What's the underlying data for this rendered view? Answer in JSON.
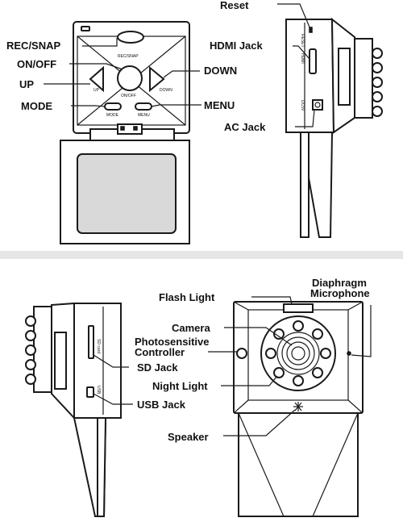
{
  "front_view": {
    "labels": {
      "rec_snap": "REC/SNAP",
      "on_off": "ON/OFF",
      "up": "UP",
      "down": "DOWN",
      "mode": "MODE",
      "menu": "MENU"
    },
    "button_text": {
      "rec_snap": "REC/SNAP",
      "on_off": "ON/OFF",
      "up": "UP",
      "down": "DOWN",
      "mode": "MODE",
      "menu": "MENU"
    }
  },
  "side_view_right": {
    "labels": {
      "reset": "Reset",
      "hdmi_jack": "HDMI Jack",
      "ac_jack": "AC Jack"
    },
    "body_text": {
      "reset": "RESET",
      "hdmi": "HDMI",
      "dc": "DC5V"
    }
  },
  "side_view_left": {
    "labels": {
      "sd_jack": "SD Jack",
      "usb_jack": "USB Jack"
    },
    "body_text": {
      "sd": "SD card",
      "usb": "USB"
    }
  },
  "rear_view": {
    "labels": {
      "flash_light": "Flash Light",
      "diaphragm_line1": "Diaphragm",
      "diaphragm_line2": "Microphone",
      "camera": "Camera",
      "photosensitive_line1": "Photosensitive",
      "photosensitive_line2": "Controller",
      "night_light": "Night Light",
      "speaker": "Speaker"
    }
  }
}
